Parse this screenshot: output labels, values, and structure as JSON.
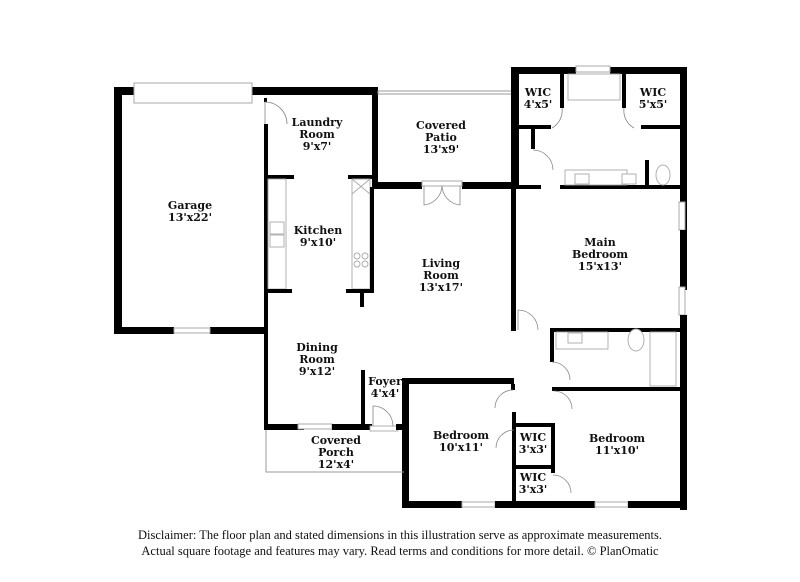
{
  "rooms": [
    {
      "id": "garage",
      "name": "Garage",
      "size": "13'x22'"
    },
    {
      "id": "laundry",
      "name_1": "Laundry",
      "name_2": "Room",
      "size": "9'x7'"
    },
    {
      "id": "kitchen",
      "name": "Kitchen",
      "size": "9'x10'"
    },
    {
      "id": "covered-patio",
      "name_1": "Covered",
      "name_2": "Patio",
      "size": "13'x9'"
    },
    {
      "id": "wic-1",
      "name": "WIC",
      "size": "4'x5'"
    },
    {
      "id": "wic-2",
      "name": "WIC",
      "size": "5'x5'"
    },
    {
      "id": "main-bedroom",
      "name_1": "Main",
      "name_2": "Bedroom",
      "size": "15'x13'"
    },
    {
      "id": "living-room",
      "name_1": "Living",
      "name_2": "Room",
      "size": "13'x17'"
    },
    {
      "id": "dining-room",
      "name_1": "Dining",
      "name_2": "Room",
      "size": "9'x12'"
    },
    {
      "id": "foyer",
      "name": "Foyer",
      "size": "4'x4'"
    },
    {
      "id": "covered-porch",
      "name_1": "Covered",
      "name_2": "Porch",
      "size": "12'x4'"
    },
    {
      "id": "bedroom-1",
      "name": "Bedroom",
      "size": "10'x11'"
    },
    {
      "id": "wic-3",
      "name": "WIC",
      "size": "3'x3'"
    },
    {
      "id": "wic-4",
      "name": "WIC",
      "size": "3'x3'"
    },
    {
      "id": "bedroom-2",
      "name": "Bedroom",
      "size": "11'x10'"
    }
  ],
  "disclaimer": {
    "line_1": "Disclaimer: The floor plan and stated dimensions in this illustration serve as approximate measurements.",
    "line_2": "Actual square footage and features may vary. Read terms and conditions for more detail. © PlanOmatic"
  }
}
